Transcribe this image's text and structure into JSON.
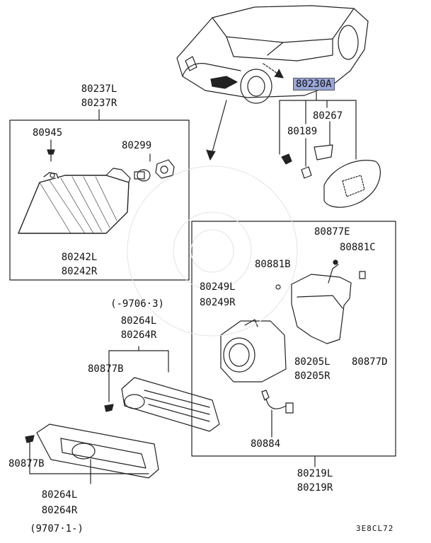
{
  "labels": {
    "corner_lamp_assy_l": "80237L",
    "corner_lamp_assy_r": "80237R",
    "screw_corner": "80945",
    "bulb": "80299",
    "corner_lens_l": "80242L",
    "corner_lens_r": "80242R",
    "side_lamp_assy": "80230A",
    "bracket": "80267",
    "side_bulb": "80189",
    "fog_bolt_e": "80877E",
    "fog_clip_c": "80881C",
    "fog_nut_b": "80881B",
    "fog_lamp_l": "80249L",
    "fog_lamp_r": "80249R",
    "fog_bracket_l": "80205L",
    "fog_bracket_r": "80205R",
    "fog_bolt_d": "80877D",
    "harness": "80884",
    "fog_assy_l": "80219L",
    "fog_assy_r": "80219R",
    "date_early": "(-9706·3)",
    "grille_early_l": "80264L",
    "grille_early_r": "80264R",
    "grille_screw_early": "80877B",
    "grille_screw_late": "80877B",
    "grille_late_l": "80264L",
    "grille_late_r": "80264R",
    "date_late": "(9707·1-)",
    "diagram_code": "3E8CL72"
  },
  "colors": {
    "highlight": "#9aa6d8",
    "line": "#222222"
  }
}
